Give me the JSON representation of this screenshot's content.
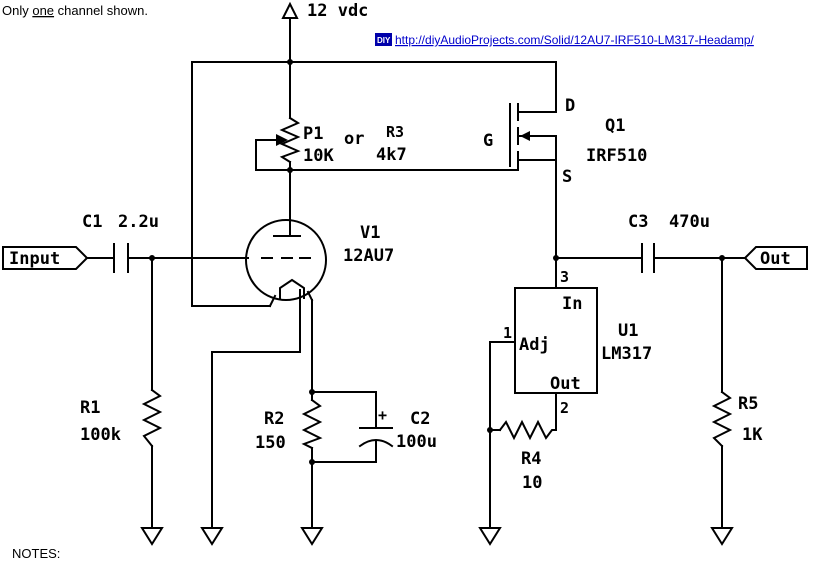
{
  "top_note": {
    "prefix": "Only ",
    "emph": "one",
    "suffix": " channel shown."
  },
  "supply_label": "12 vdc",
  "badge": "DIY",
  "url": "http://diyAudioProjects.com/Solid/12AU7-IRF510-LM317-Headamp/",
  "notes_label": "NOTES:",
  "input_label": "Input",
  "output_label": "Out",
  "components": {
    "c1": {
      "ref": "C1",
      "value": "2.2u"
    },
    "p1": {
      "ref": "P1",
      "value": "10K"
    },
    "r3": {
      "or": "or",
      "ref": "R3",
      "value": "4k7"
    },
    "v1": {
      "ref": "V1",
      "value": "12AU7"
    },
    "q1": {
      "ref": "Q1",
      "value": "IRF510",
      "pin_d": "D",
      "pin_g": "G",
      "pin_s": "S"
    },
    "c3": {
      "ref": "C3",
      "value": "470u"
    },
    "u1": {
      "ref": "U1",
      "value": "LM317",
      "pin_in": "In",
      "pin_adj": "Adj",
      "pin_out": "Out",
      "num_in": "3",
      "num_adj": "1",
      "num_out": "2"
    },
    "r1": {
      "ref": "R1",
      "value": "100k"
    },
    "r2": {
      "ref": "R2",
      "value": "150"
    },
    "c2": {
      "ref": "C2",
      "value": "100u",
      "polarity": "+"
    },
    "r4": {
      "ref": "R4",
      "value": "10"
    },
    "r5": {
      "ref": "R5",
      "value": "1K"
    }
  }
}
